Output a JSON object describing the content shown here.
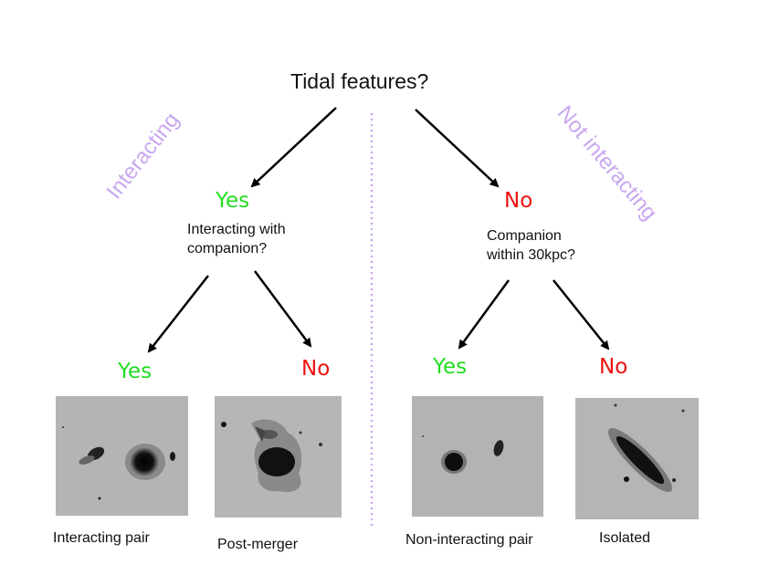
{
  "root_question": "Tidal features?",
  "side_labels": {
    "left": "Interacting",
    "right": "Not interacting"
  },
  "left_branch": {
    "answer": "Yes",
    "question_line1": "Interacting with",
    "question_line2": "companion?",
    "yes_label": "Yes",
    "no_label": "No",
    "yes_caption": "Interacting pair",
    "no_caption": "Post-merger"
  },
  "right_branch": {
    "answer": "No",
    "question_line1": "Companion",
    "question_line2": "within 30kpc?",
    "yes_label": "Yes",
    "no_label": "No",
    "yes_caption": "Non-interacting pair",
    "no_caption": "Isolated"
  },
  "colors": {
    "yes": "#22dd22",
    "no": "#ee1111",
    "side_label": "#c9a8f0",
    "divider": "#c9a8f0"
  }
}
